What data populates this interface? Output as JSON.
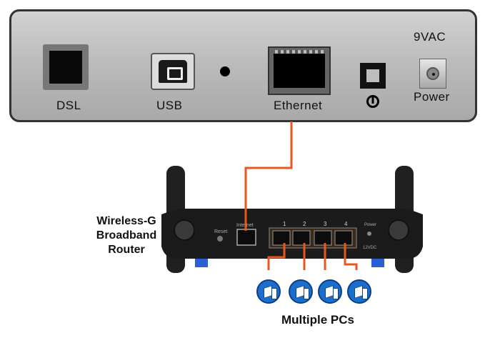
{
  "modem_panel": {
    "labels": {
      "dsl": "DSL",
      "usb": "USB",
      "ethernet": "Ethernet",
      "voltage": "9VAC",
      "power": "Power"
    }
  },
  "router": {
    "label_lines": [
      "Wireless-G",
      "Broadband",
      "Router"
    ],
    "port_labels": {
      "reset": "Reset",
      "internet": "Internet",
      "lan": [
        "1",
        "2",
        "3",
        "4"
      ],
      "power": "Power",
      "dc": "12VDC"
    }
  },
  "computers": {
    "label": "Multiple PCs",
    "count": 4,
    "icon": "pc-icon"
  },
  "colors": {
    "cable": "#e8581c",
    "pc_circle": "#1a6fcc",
    "router_body": "#1b1b1b",
    "router_feet": "#2a5fd6"
  }
}
